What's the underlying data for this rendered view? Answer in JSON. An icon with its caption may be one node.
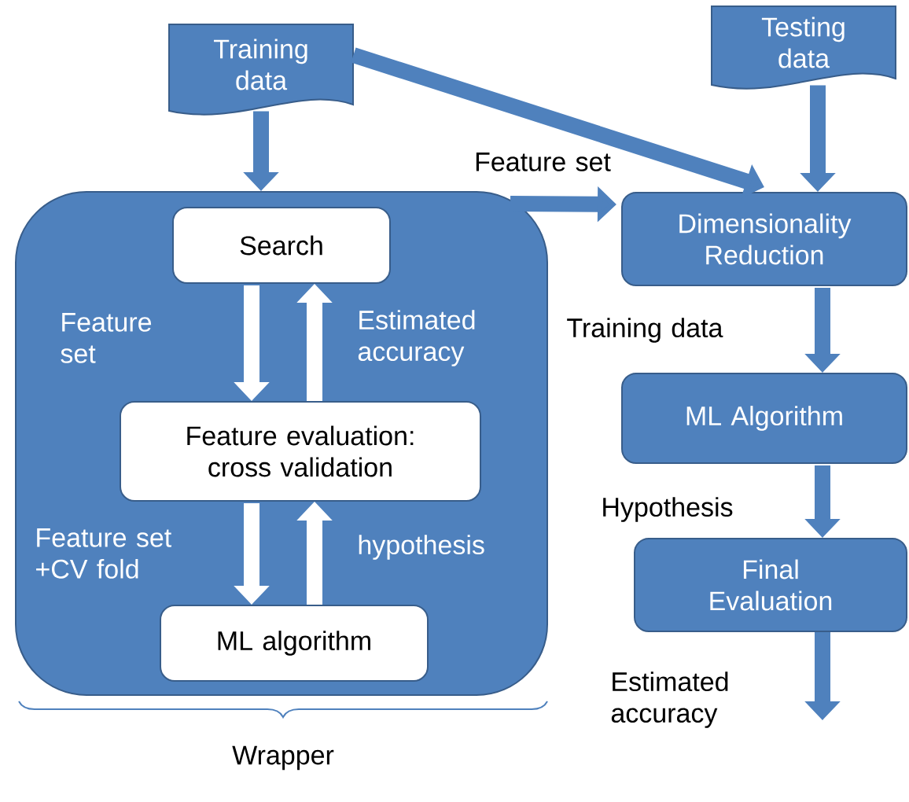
{
  "diagram": {
    "nodes": [
      {
        "text": [
          "Training data"
        ]
      },
      {
        "text": [
          "Testing data"
        ]
      },
      {
        "text": [],
        "shape": "box"
      },
      {
        "text": [
          "Search"
        ],
        "in": 2
      },
      {
        "text": [
          "Feature evaluation: cross validation"
        ],
        "in": 2
      },
      {
        "text": [
          "ML algorithm"
        ],
        "in": 2
      },
      {
        "text": [
          "Dimensionality Reduction"
        ]
      },
      {
        "text": [
          "ML Algorithm"
        ]
      },
      {
        "text": [
          "Final Evaluation"
        ]
      }
    ],
    "edges": [
      {
        "from": 0,
        "to": 2,
        "arrow": "to"
      },
      {
        "from": 0,
        "to": 6,
        "arrow": "to"
      },
      {
        "from": 1,
        "to": 6,
        "arrow": "to"
      },
      {
        "from": 2,
        "to": 6,
        "arrow": "to",
        "label": "Feature set"
      },
      {
        "from": 3,
        "to": 4,
        "arrow": "to",
        "label": "Feature set",
        "color": "#ffffff"
      },
      {
        "from": 4,
        "to": 3,
        "arrow": "to",
        "label": "Estimated accuracy",
        "color": "#ffffff"
      },
      {
        "from": 4,
        "to": 5,
        "arrow": "to",
        "label": "Feature set +CV fold",
        "color": "#ffffff"
      },
      {
        "from": 5,
        "to": 4,
        "arrow": "to",
        "label": "hypothesis",
        "color": "#ffffff"
      },
      {
        "from": 6,
        "to": 7,
        "arrow": "to",
        "label": "Training data"
      },
      {
        "from": 7,
        "to": 8,
        "arrow": "to",
        "label": "Hypothesis"
      },
      {
        "from": 8,
        "to": null,
        "arrow": "to",
        "label": "Estimated accuracy"
      }
    ],
    "labels": [
      "Wrapper"
    ]
  }
}
